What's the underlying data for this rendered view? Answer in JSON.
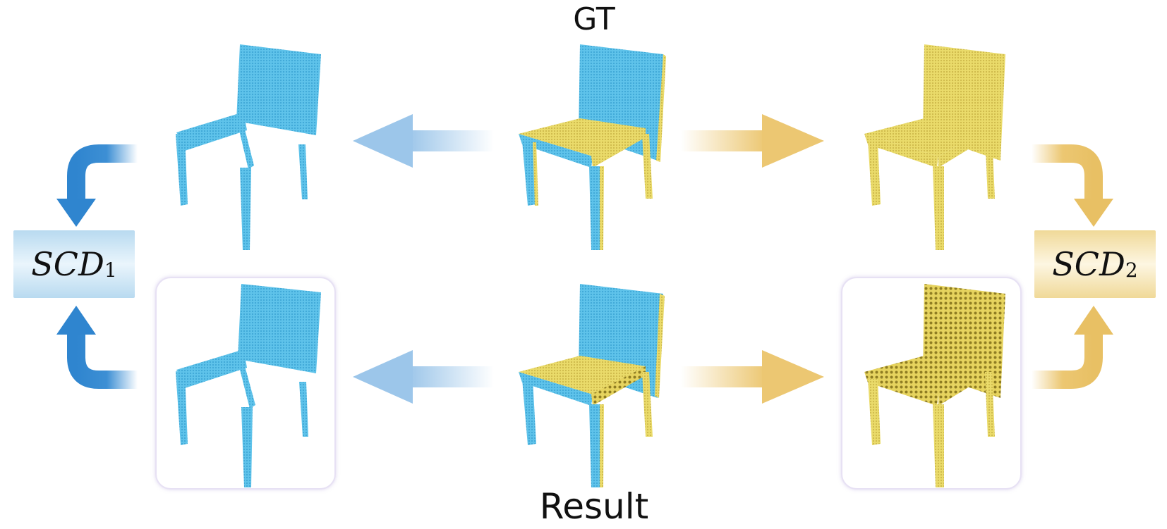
{
  "labels": {
    "top": "GT",
    "bottom": "Result"
  },
  "scd1": {
    "base": "SCD",
    "sub": "1"
  },
  "scd2": {
    "base": "SCD",
    "sub": "2"
  },
  "colors": {
    "blue": "#5fc3ea",
    "yellow": "#eadb6a",
    "arrow_blue": "#4a9bd8",
    "arrow_yellow": "#ecc86a"
  }
}
